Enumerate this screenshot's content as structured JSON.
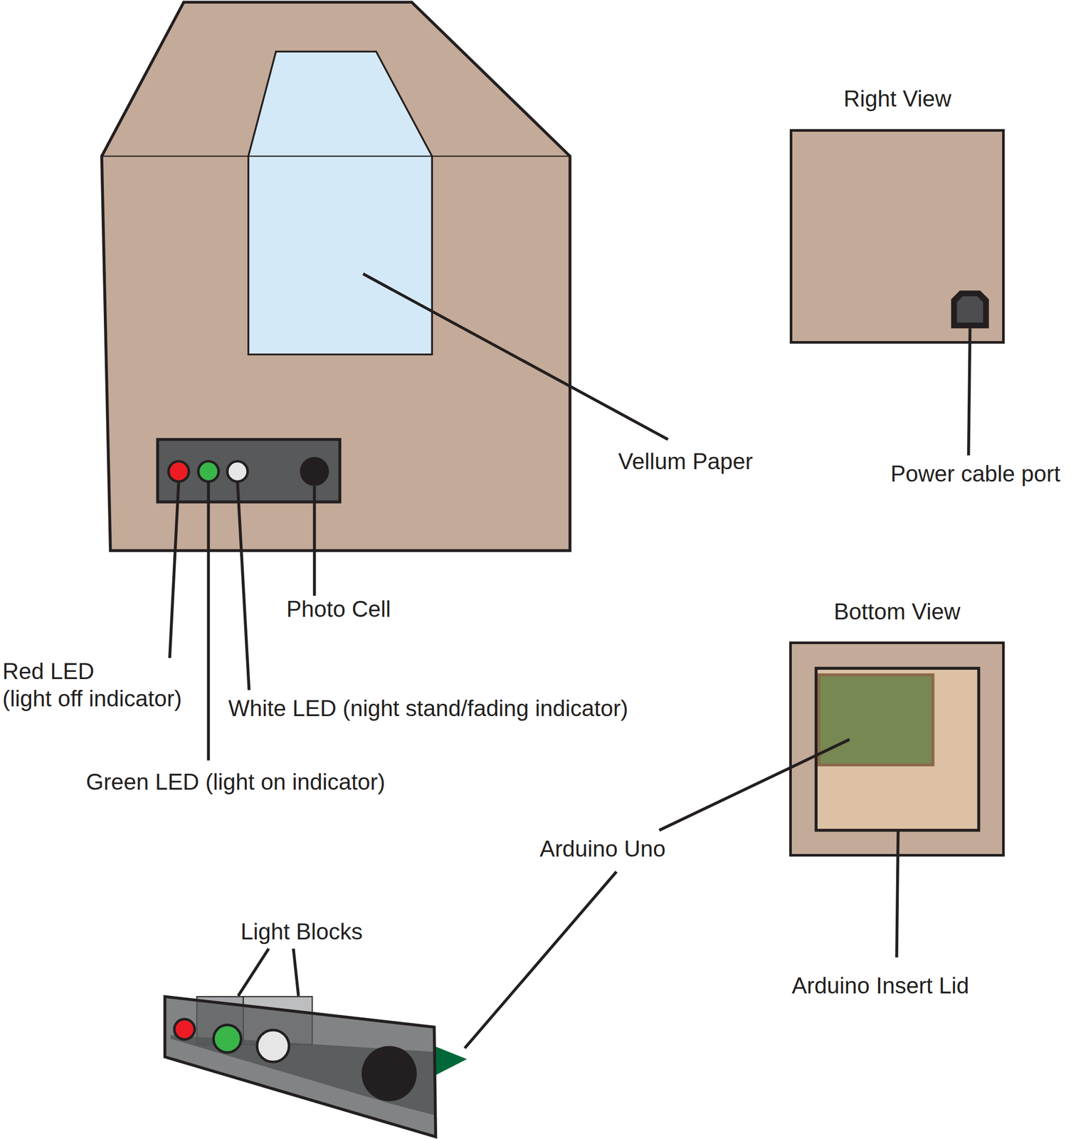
{
  "diagram": {
    "nodes": [
      {
        "text": [
          "Right View"
        ]
      },
      {
        "text": [
          "Bottom View"
        ]
      }
    ],
    "labels": [
      "Vellum Paper",
      "Power cable port",
      "Photo Cell",
      "Red LED (light off indicator)",
      "White LED (night stand/fading indicator)",
      "Green LED (light on indicator)",
      "Arduino Uno",
      "Arduino Insert Lid",
      "Light Blocks"
    ]
  }
}
